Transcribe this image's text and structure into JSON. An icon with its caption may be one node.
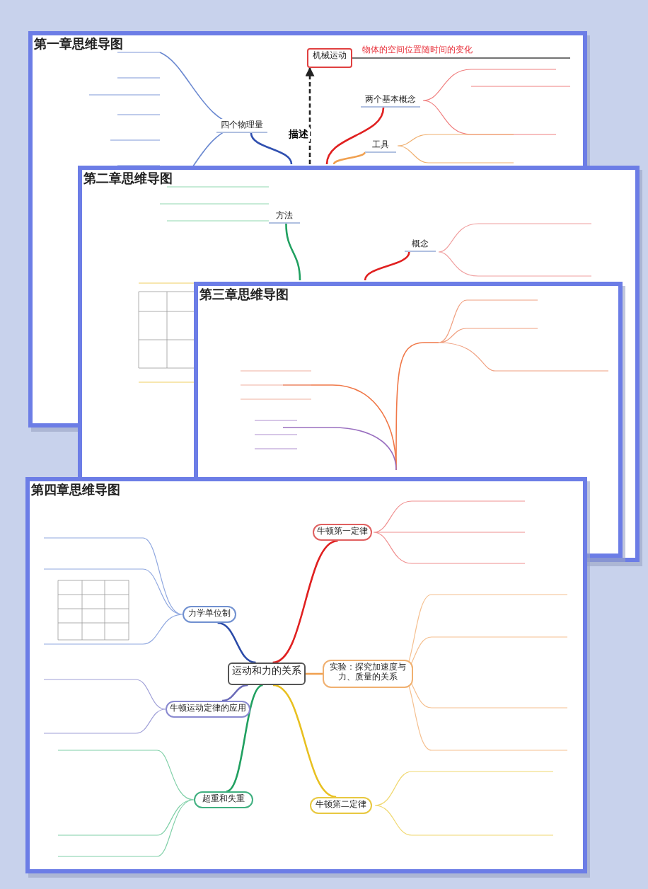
{
  "diagram": {
    "nodes": [
      {
        "text": [
          "机械运动"
        ]
      },
      {
        "text": [
          "四个物理量"
        ]
      },
      {
        "text": [
          "两个基本概念"
        ]
      },
      {
        "text": [
          "工具"
        ]
      },
      {
        "text": [
          "方法"
        ]
      },
      {
        "text": [
          "概念"
        ]
      },
      {
        "text": [
          "运动和力的关系"
        ]
      },
      {
        "text": [
          "牛顿第一定律"
        ]
      },
      {
        "text": [
          "力学单位制"
        ]
      },
      {
        "text": [
          "实验：探究加速度与力、质量的关系"
        ]
      },
      {
        "text": [
          "牛顿运动定律的应用"
        ]
      },
      {
        "text": [
          "超重和失重"
        ]
      },
      {
        "text": [
          "牛顿第二定律"
        ]
      }
    ],
    "edges": [
      {
        "from": null,
        "to": 0,
        "arrow": "to",
        "style": "dashed",
        "label": "描述",
        "color": "#222222"
      },
      {
        "from": null,
        "to": 1,
        "arrow": "none",
        "color": "#3050b0"
      },
      {
        "from": null,
        "to": 2,
        "arrow": "none",
        "color": "#e02020"
      },
      {
        "from": null,
        "to": 3,
        "arrow": "none",
        "color": "#f0a050"
      },
      {
        "from": null,
        "to": 4,
        "arrow": "none",
        "color": "#20a060"
      },
      {
        "from": null,
        "to": 5,
        "arrow": "none",
        "color": "#e02020"
      },
      {
        "from": 6,
        "to": 7,
        "arrow": "none",
        "color": "#e02020"
      },
      {
        "from": 6,
        "to": 8,
        "arrow": "none",
        "color": "#2a4aa8"
      },
      {
        "from": 6,
        "to": 9,
        "arrow": "none",
        "color": "#f0a050"
      },
      {
        "from": 6,
        "to": 10,
        "arrow": "none",
        "color": "#6a6ab8"
      },
      {
        "from": 6,
        "to": 11,
        "arrow": "none",
        "color": "#20a060"
      },
      {
        "from": 6,
        "to": 12,
        "arrow": "none",
        "color": "#e8c020"
      }
    ],
    "labels": [
      "第一章思维导图",
      "物体的空间位置随时间的变化",
      "第二章思维导图",
      "第三章思维导图",
      "第四章思维导图"
    ]
  }
}
